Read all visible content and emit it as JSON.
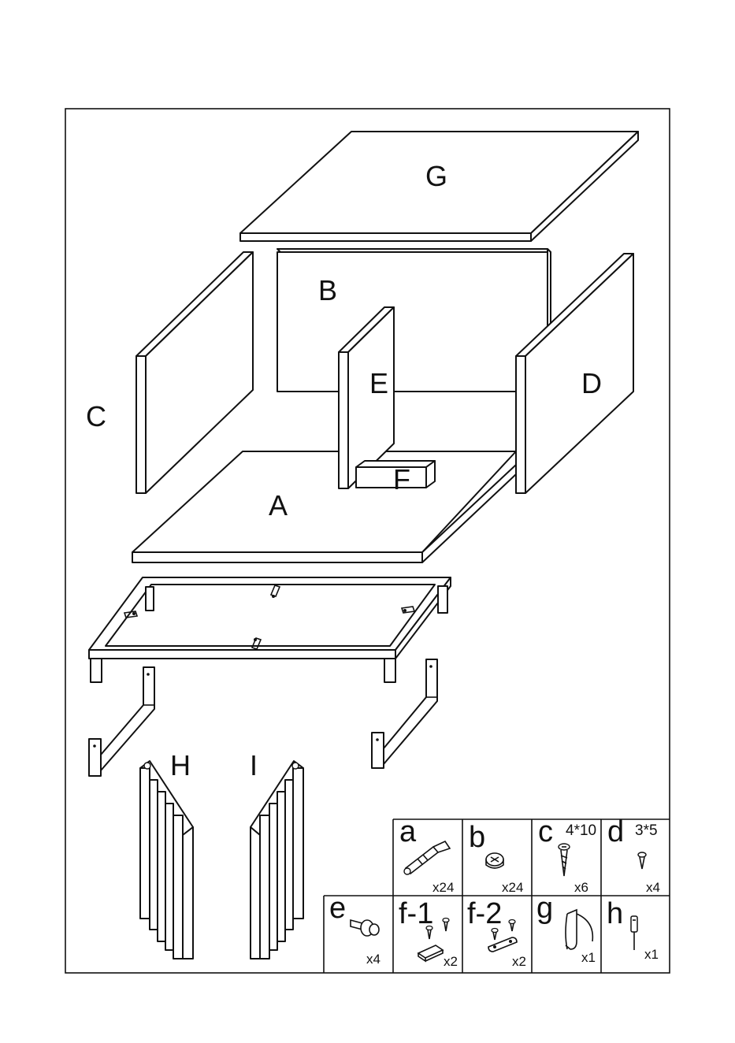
{
  "panels": [
    {
      "id": "G",
      "label": "G"
    },
    {
      "id": "B",
      "label": "B"
    },
    {
      "id": "C",
      "label": "C"
    },
    {
      "id": "E",
      "label": "E"
    },
    {
      "id": "D",
      "label": "D"
    },
    {
      "id": "F",
      "label": "F"
    },
    {
      "id": "A",
      "label": "A"
    },
    {
      "id": "H",
      "label": "H"
    },
    {
      "id": "I",
      "label": "I"
    }
  ],
  "hardware": [
    {
      "id": "a",
      "letter": "a",
      "size": "",
      "qty": "x24",
      "icon": "cam-bolt-icon"
    },
    {
      "id": "b",
      "letter": "b",
      "size": "",
      "qty": "x24",
      "icon": "cam-lock-icon"
    },
    {
      "id": "c",
      "letter": "c",
      "size": "4*10",
      "qty": "x6",
      "icon": "screw-icon"
    },
    {
      "id": "d",
      "letter": "d",
      "size": "3*5",
      "qty": "x4",
      "icon": "small-screw-icon"
    },
    {
      "id": "e",
      "letter": "e",
      "size": "",
      "qty": "x4",
      "icon": "shelf-pin-icon"
    },
    {
      "id": "f-1",
      "letter": "f-1",
      "size": "",
      "qty": "x2",
      "icon": "magnet-catch-icon"
    },
    {
      "id": "f-2",
      "letter": "f-2",
      "size": "",
      "qty": "x2",
      "icon": "strike-plate-icon"
    },
    {
      "id": "g",
      "letter": "g",
      "size": "",
      "qty": "x1",
      "icon": "hook-icon"
    },
    {
      "id": "h",
      "letter": "h",
      "size": "",
      "qty": "x1",
      "icon": "screwdriver-icon"
    }
  ]
}
